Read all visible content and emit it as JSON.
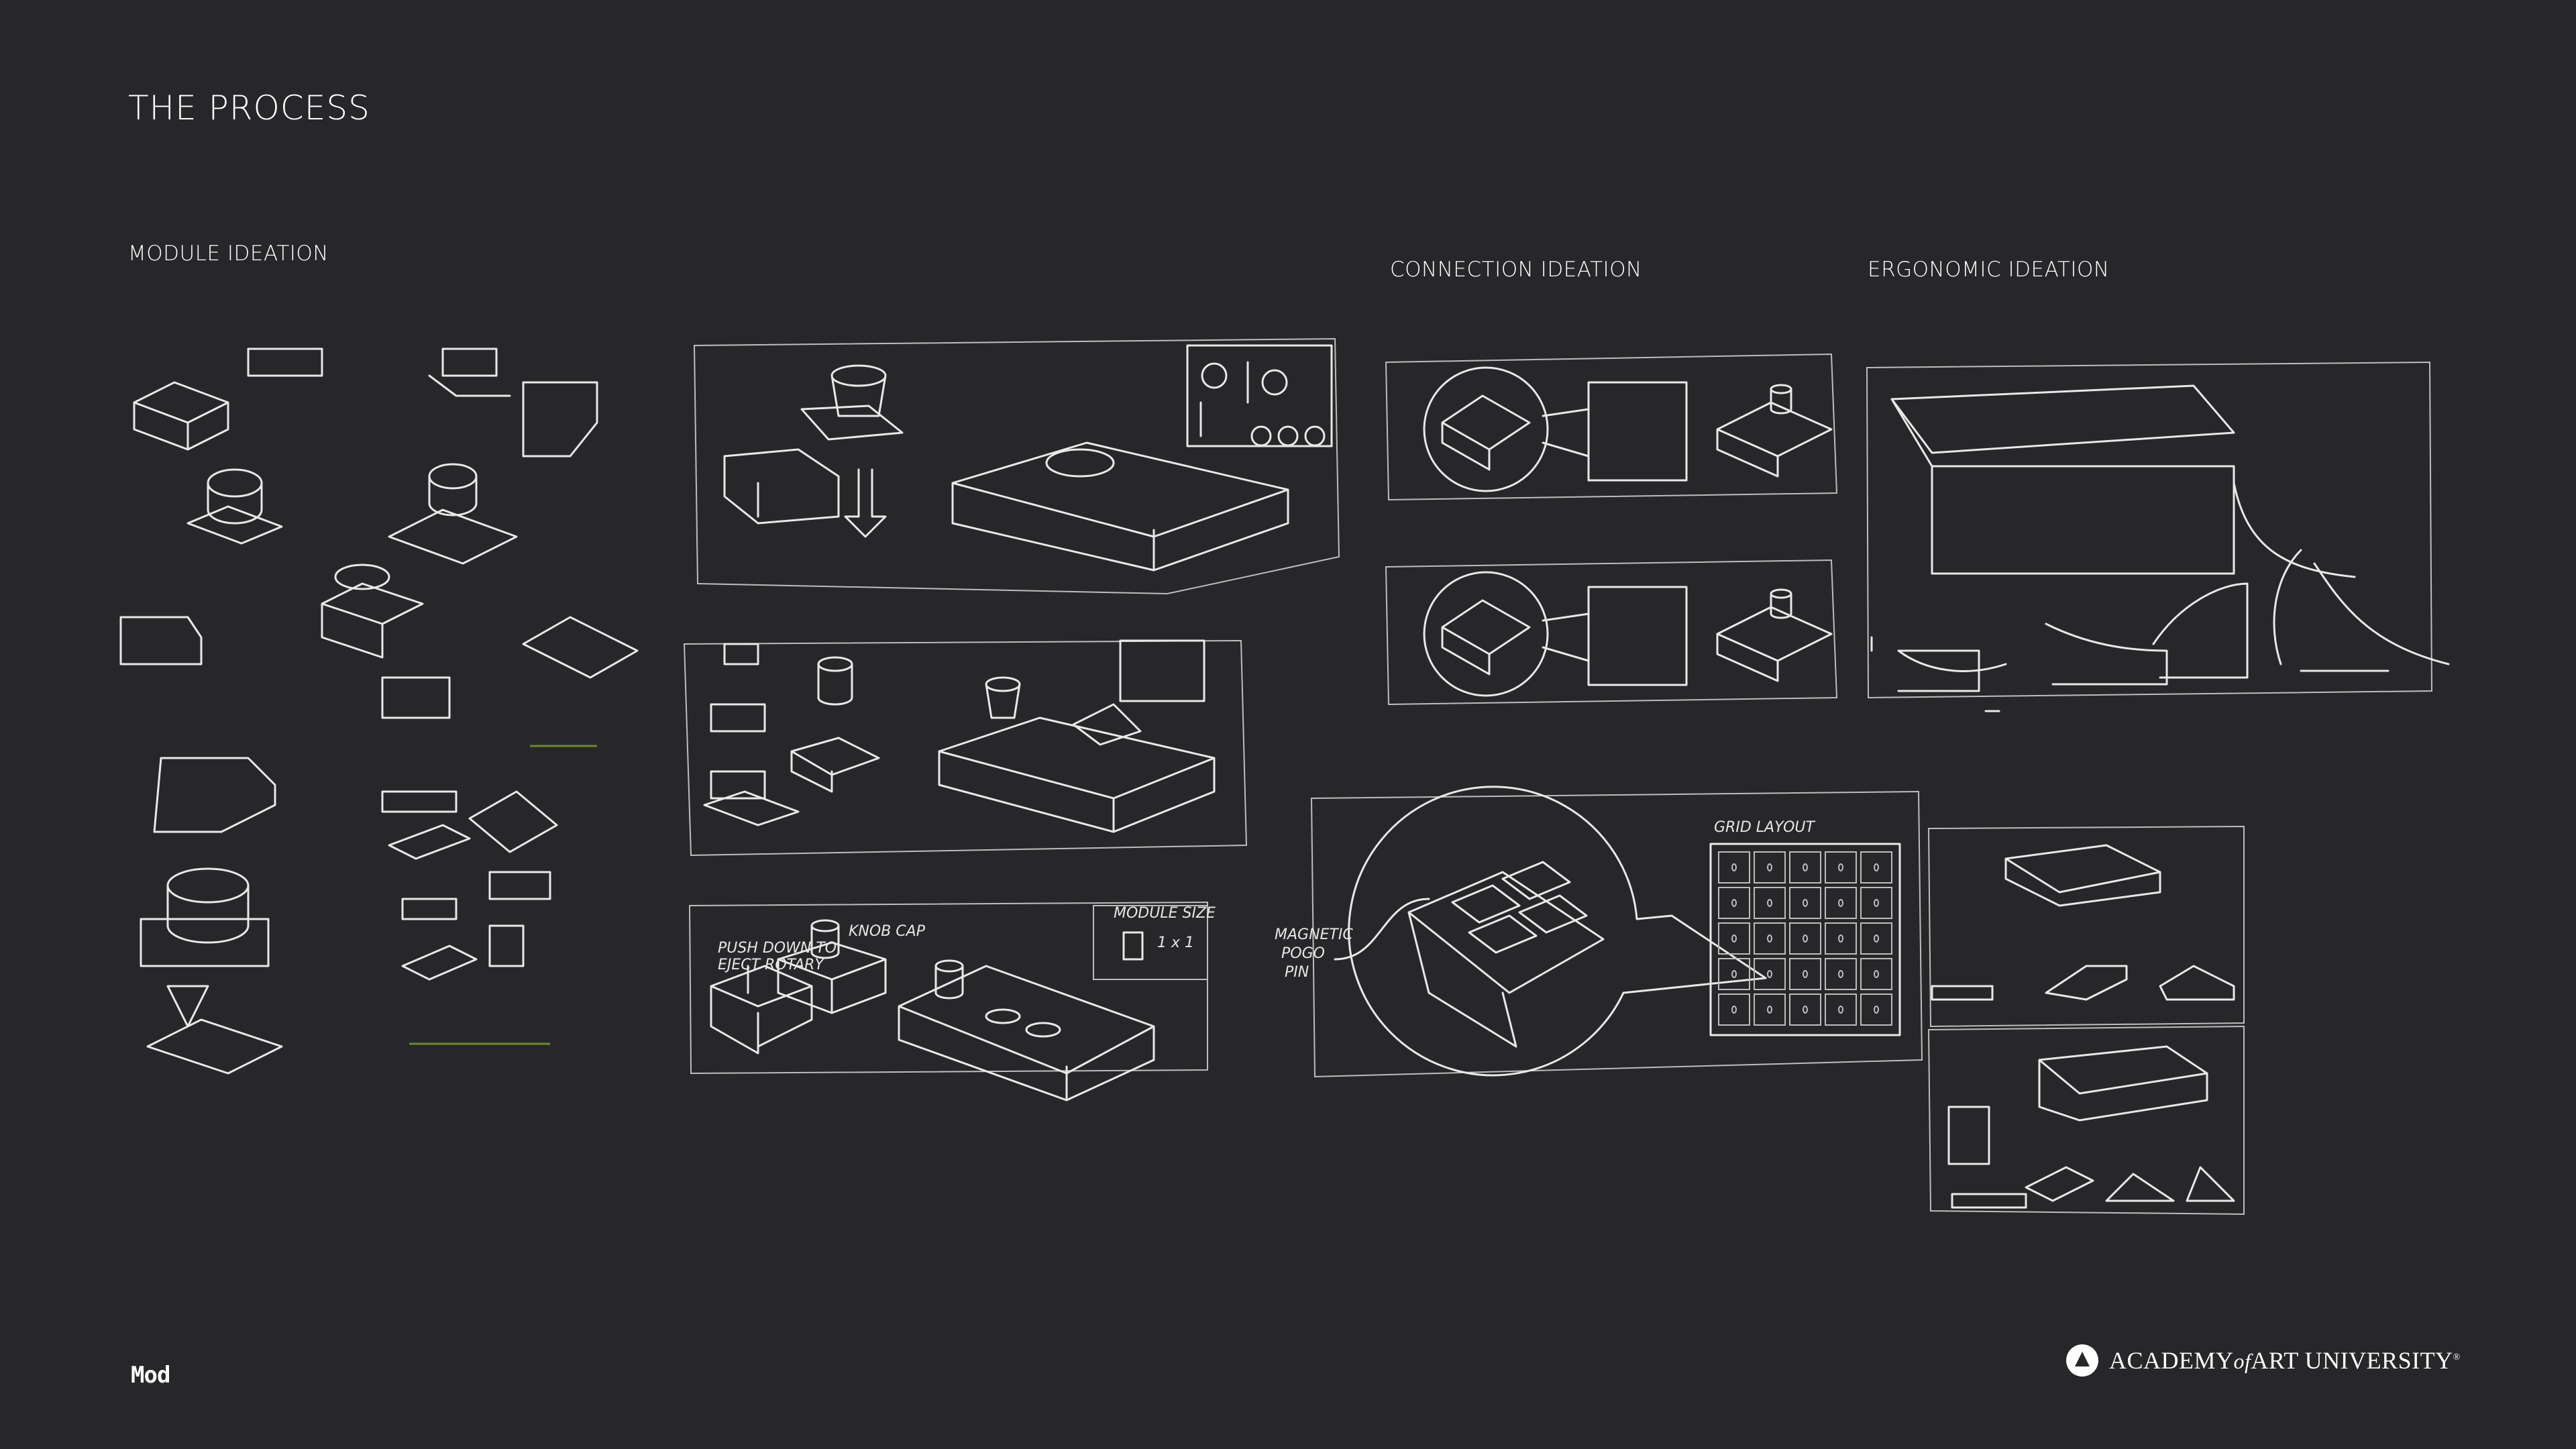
{
  "page": {
    "title": "THE PROCESS"
  },
  "sections": {
    "module": "MODULE IDEATION",
    "connection": "CONNECTION IDEATION",
    "ergonomic": "ERGONOMIC IDEATION"
  },
  "annotations": {
    "grid_layout": "GRID LAYOUT",
    "magnetic": "MAGNETIC",
    "pogo": "POGO",
    "pin": "PIN",
    "module_size": "MODULE SIZE",
    "size_value": "1 x 1",
    "push_down": "PUSH DOWN TO",
    "eject_rotary": "EJECT ROTARY",
    "knob_cap": "KNOB CAP"
  },
  "footer": {
    "brand_logo": "Mod",
    "university_a": "ACADEMY",
    "university_of": "of",
    "university_b": "ART UNIVERSITY",
    "registered": "®"
  },
  "colors": {
    "background": "#27272a",
    "foreground": "#ffffff"
  }
}
